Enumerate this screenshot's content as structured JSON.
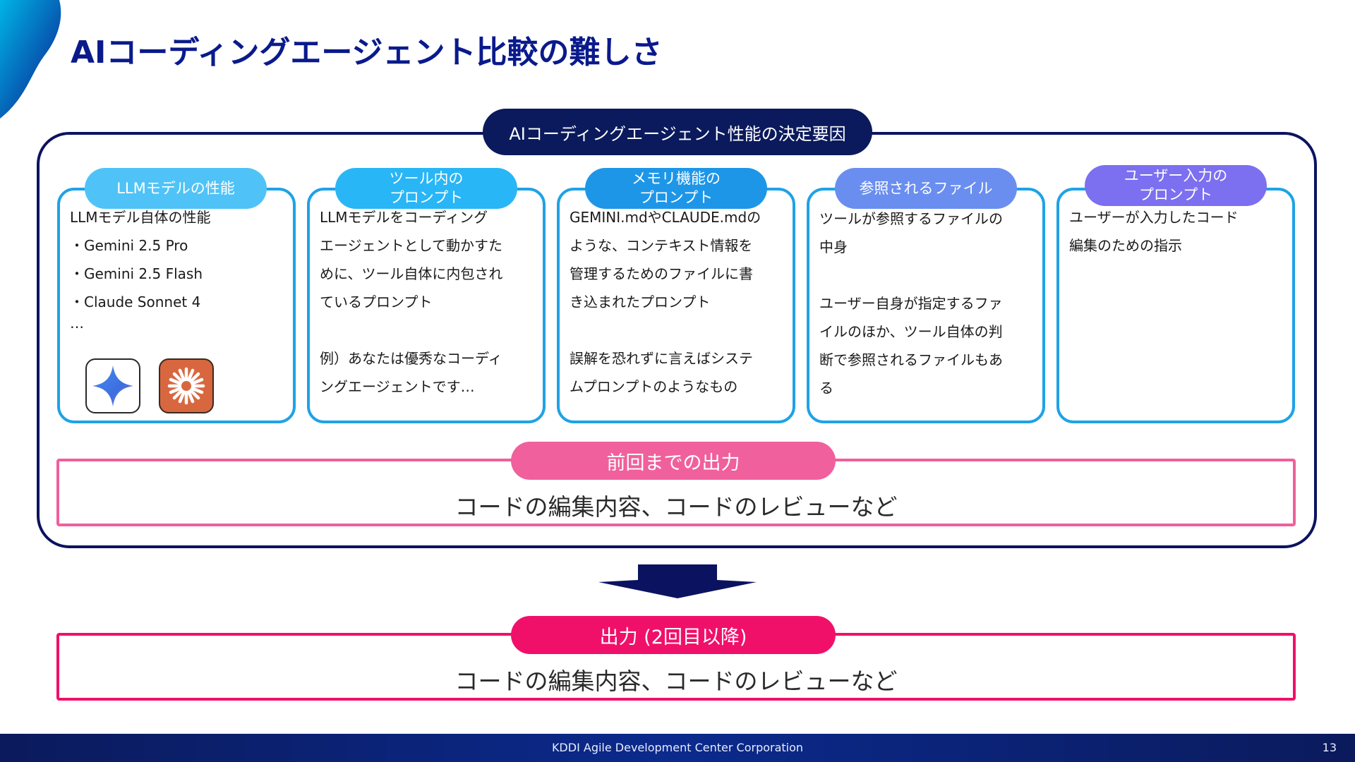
{
  "title": "AIコーディングエージェント比較の難しさ",
  "frame_label": "AIコーディングエージェント性能の決定要因",
  "cards": [
    {
      "label": "LLMモデルの性能",
      "color": "#4fc3f7",
      "lines": [
        "LLMモデル自体の性能",
        "・Gemini 2.5 Pro",
        "・Gemini 2.5 Flash",
        "・Claude Sonnet 4",
        "…"
      ],
      "logos": [
        "gemini-sparkle-icon",
        "claude-starburst-icon"
      ]
    },
    {
      "label": "ツール内の\nプロンプト",
      "color": "#29b6f6",
      "paragraphs": [
        [
          "LLMモデルをコーディング",
          "エージェントとして動かすた",
          "めに、ツール自体に内包され",
          "ているプロンプト"
        ],
        [
          "例）あなたは優秀なコーディ",
          "ングエージェントです…"
        ]
      ]
    },
    {
      "label": "メモリ機能の\nプロンプト",
      "color": "#1e96e8",
      "paragraphs": [
        [
          "GEMINI.mdやCLAUDE.mdの",
          "ような、コンテキスト情報を",
          "管理するためのファイルに書",
          "き込まれたプロンプト"
        ],
        [
          "誤解を恐れずに言えばシステ",
          "ムプロンプトのようなもの"
        ]
      ]
    },
    {
      "label": "参照されるファイル",
      "color": "#6a8ef0",
      "paragraphs": [
        [
          "ツールが参照するファイルの",
          "中身"
        ],
        [
          "ユーザー自身が指定するファ",
          "イルのほか、ツール自体の判",
          "断で参照されるファイルもあ",
          "る"
        ]
      ]
    },
    {
      "label": "ユーザー入力の\nプロンプト",
      "color": "#7c6ff0",
      "paragraphs": [
        [
          "ユーザーが入力したコード",
          "編集のための指示"
        ]
      ]
    }
  ],
  "previous_output": {
    "label": "前回までの出力",
    "text": "コードの編集内容、コードのレビューなど",
    "color": "#f0609c"
  },
  "output": {
    "label": "出力 (2回目以降)",
    "text": "コードの編集内容、コードのレビューなど",
    "color": "#f0106a"
  },
  "footer": {
    "company": "KDDI Agile Development Center Corporation",
    "page": "13"
  },
  "colors": {
    "navy": "#0b1360",
    "card_border": "#1fa2e6",
    "title": "#0a1a8c"
  }
}
